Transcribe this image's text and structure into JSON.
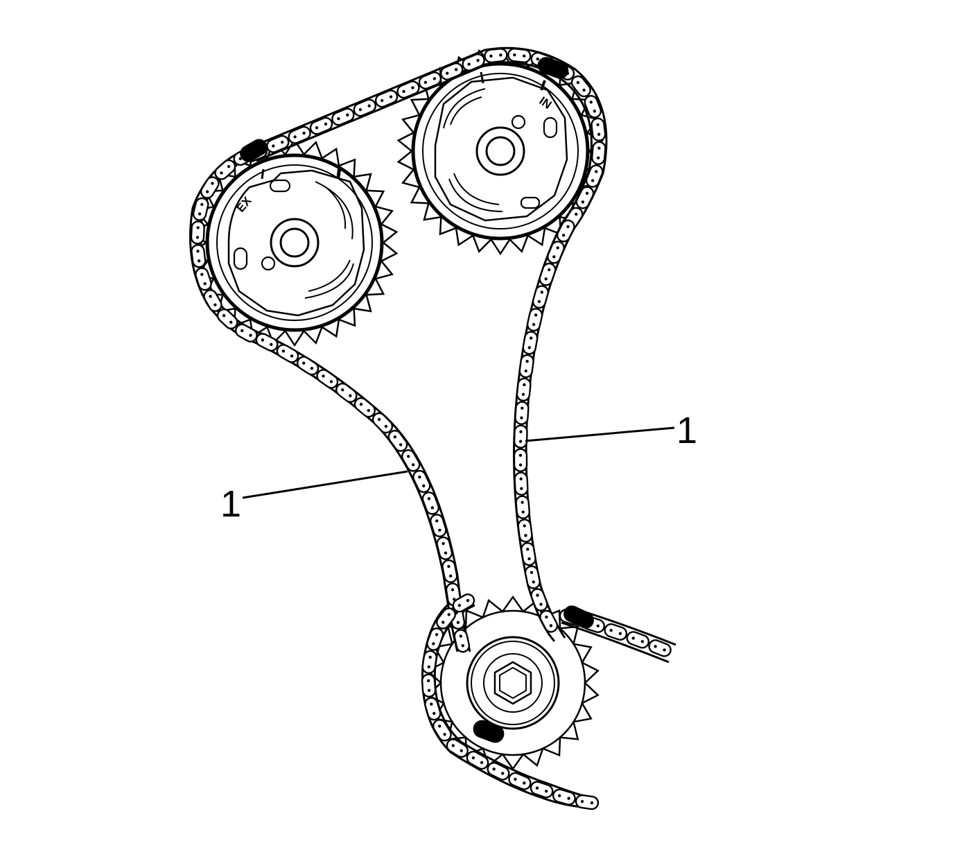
{
  "callouts": {
    "chain_right": "1",
    "chain_left": "1"
  },
  "sprocket_marks": {
    "exhaust": "EX",
    "intake": "IN"
  },
  "colors": {
    "line": "#000000",
    "background": "#ffffff"
  }
}
